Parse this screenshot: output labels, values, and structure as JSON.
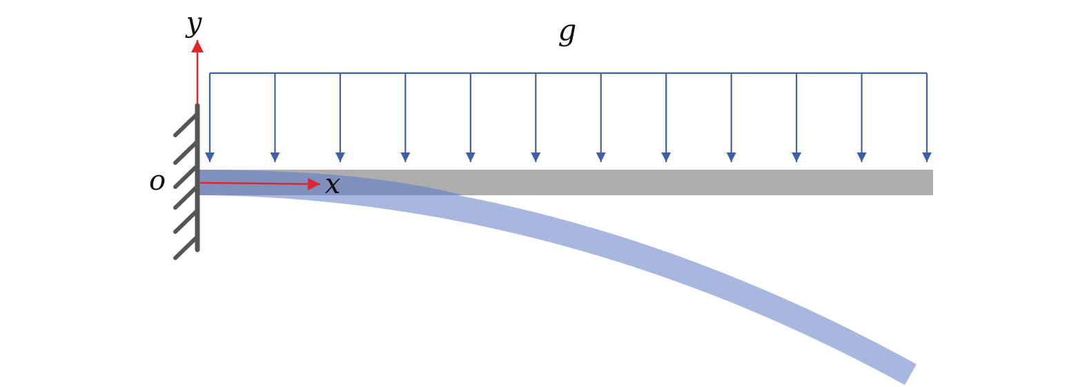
{
  "labels": {
    "load": "g",
    "y_axis": "y",
    "origin": "o",
    "x_axis": "x"
  },
  "load": {
    "arrow_count": 12
  },
  "colors": {
    "undeformed_beam": "#adadad",
    "deformed_beam": "#a2b3dd",
    "overlap": "#7f90bf",
    "load_arrows": "#3e5fa9",
    "axes": "#e0252b",
    "wall": "#555555",
    "text": "#111111"
  }
}
